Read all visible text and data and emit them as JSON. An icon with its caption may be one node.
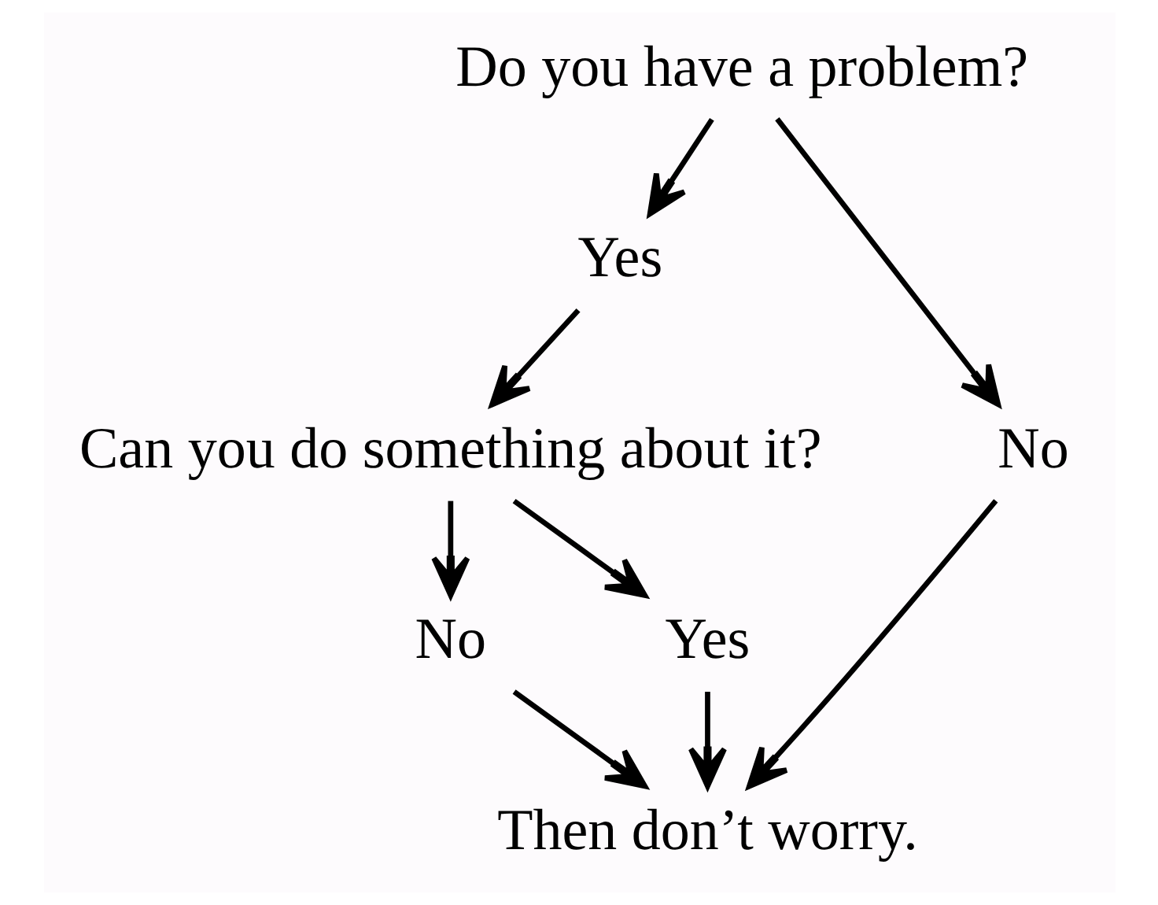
{
  "diagram": {
    "nodes": [
      {
        "text": [
          "Do you have a problem?"
        ]
      },
      {
        "text": [
          "Yes"
        ]
      },
      {
        "text": [
          "No"
        ]
      },
      {
        "text": [
          "Can you do something about it?"
        ]
      },
      {
        "text": [
          "No"
        ]
      },
      {
        "text": [
          "Yes"
        ]
      },
      {
        "text": [
          "Then don’t worry."
        ]
      }
    ],
    "edges": [
      {
        "from": 0,
        "to": 1,
        "arrow": "to"
      },
      {
        "from": 0,
        "to": 2,
        "arrow": "to"
      },
      {
        "from": 1,
        "to": 3,
        "arrow": "to"
      },
      {
        "from": 2,
        "to": 6,
        "arrow": "to"
      },
      {
        "from": 3,
        "to": 4,
        "arrow": "to"
      },
      {
        "from": 3,
        "to": 5,
        "arrow": "to"
      },
      {
        "from": 4,
        "to": 6,
        "arrow": "to"
      },
      {
        "from": 5,
        "to": 6,
        "arrow": "to"
      }
    ]
  }
}
